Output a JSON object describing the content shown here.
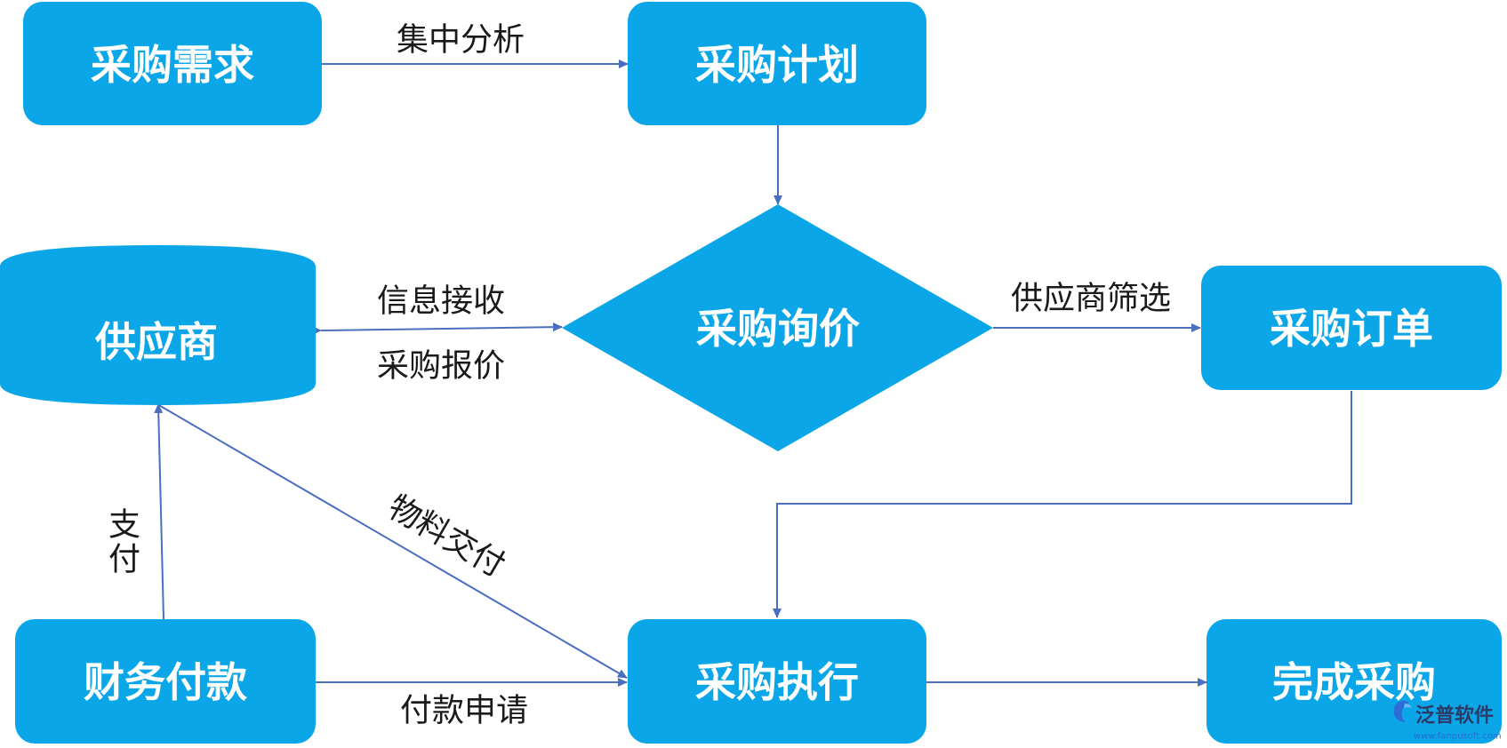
{
  "colors": {
    "node_fill": "#0BA6E8",
    "edge": "#4A6FBE",
    "node_text": "#FFFFFF",
    "edge_text": "#1A1A1A"
  },
  "nodes": {
    "demand": "采购需求",
    "plan": "采购计划",
    "inquiry": "采购询价",
    "supplier": "供应商",
    "order": "采购订单",
    "finance": "财务付款",
    "execute": "采购执行",
    "complete": "完成采购"
  },
  "edges": {
    "analysis": "集中分析",
    "info_receive": "信息接收",
    "quote": "采购报价",
    "supplier_filter": "供应商筛选",
    "material_delivery": "物料交付",
    "pay_top": "支",
    "pay_bottom": "付",
    "payment_request": "付款申请"
  },
  "watermark": {
    "brand": "泛普软件",
    "url": "www.fanpusoft.com"
  }
}
